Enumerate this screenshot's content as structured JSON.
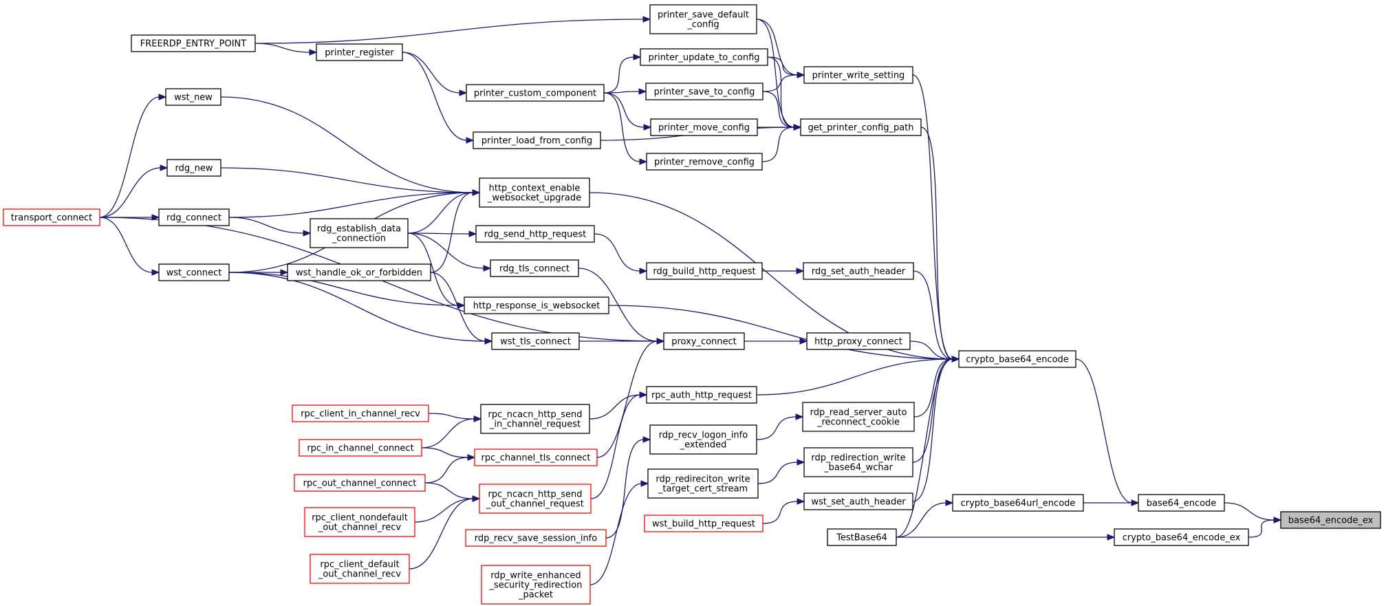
{
  "colors": {
    "edge": "#191970",
    "border": "#000000",
    "border_truncated": "#ff0000",
    "root_fill": "#bfbfbf"
  },
  "nodes": [
    {
      "id": "base64_encode_ex",
      "lines": [
        "base64_encode_ex"
      ],
      "root": true
    },
    {
      "id": "base64_encode",
      "lines": [
        "base64_encode"
      ]
    },
    {
      "id": "crypto_base64_encode_ex",
      "lines": [
        "crypto_base64_encode_ex"
      ]
    },
    {
      "id": "crypto_base64_encode",
      "lines": [
        "crypto_base64_encode"
      ]
    },
    {
      "id": "crypto_base64url_encode",
      "lines": [
        "crypto_base64url_encode"
      ]
    },
    {
      "id": "TestBase64",
      "lines": [
        "TestBase64"
      ]
    },
    {
      "id": "printer_write_setting",
      "lines": [
        "printer_write_setting"
      ]
    },
    {
      "id": "get_printer_config_path",
      "lines": [
        "get_printer_config_path"
      ]
    },
    {
      "id": "http_context_enable_websocket_upgrade",
      "lines": [
        "http_context_enable",
        "_websocket_upgrade"
      ]
    },
    {
      "id": "rdg_set_auth_header",
      "lines": [
        "rdg_set_auth_header"
      ]
    },
    {
      "id": "http_response_is_websocket",
      "lines": [
        "http_response_is_websocket"
      ]
    },
    {
      "id": "http_proxy_connect",
      "lines": [
        "http_proxy_connect"
      ]
    },
    {
      "id": "rpc_auth_http_request",
      "lines": [
        "rpc_auth_http_request"
      ]
    },
    {
      "id": "rdp_read_server_auto_reconnect_cookie",
      "lines": [
        "rdp_read_server_auto",
        "_reconnect_cookie"
      ]
    },
    {
      "id": "rdp_redirection_write_base64_wchar",
      "lines": [
        "rdp_redirection_write",
        "_base64_wchar"
      ]
    },
    {
      "id": "wst_set_auth_header",
      "lines": [
        "wst_set_auth_header"
      ]
    },
    {
      "id": "printer_save_default_config",
      "lines": [
        "printer_save_default",
        "_config"
      ]
    },
    {
      "id": "printer_update_to_config",
      "lines": [
        "printer_update_to_config"
      ]
    },
    {
      "id": "printer_save_to_config",
      "lines": [
        "printer_save_to_config"
      ]
    },
    {
      "id": "printer_move_config",
      "lines": [
        "printer_move_config"
      ]
    },
    {
      "id": "printer_remove_config",
      "lines": [
        "printer_remove_config"
      ]
    },
    {
      "id": "printer_load_from_config",
      "lines": [
        "printer_load_from_config"
      ]
    },
    {
      "id": "printer_custom_component",
      "lines": [
        "printer_custom_component"
      ]
    },
    {
      "id": "printer_register",
      "lines": [
        "printer_register"
      ]
    },
    {
      "id": "FREERDP_ENTRY_POINT",
      "lines": [
        "FREERDP_ENTRY_POINT"
      ]
    },
    {
      "id": "wst_new",
      "lines": [
        "wst_new"
      ]
    },
    {
      "id": "rdg_new",
      "lines": [
        "rdg_new"
      ]
    },
    {
      "id": "rdg_connect",
      "lines": [
        "rdg_connect"
      ]
    },
    {
      "id": "wst_connect",
      "lines": [
        "wst_connect"
      ]
    },
    {
      "id": "transport_connect",
      "lines": [
        "transport_connect"
      ],
      "red": true
    },
    {
      "id": "rdg_establish_data_connection",
      "lines": [
        "rdg_establish_data",
        "_connection"
      ]
    },
    {
      "id": "wst_handle_ok_or_forbidden",
      "lines": [
        "wst_handle_ok_or_forbidden"
      ]
    },
    {
      "id": "rdg_build_http_request",
      "lines": [
        "rdg_build_http_request"
      ]
    },
    {
      "id": "rdg_send_http_request",
      "lines": [
        "rdg_send_http_request"
      ]
    },
    {
      "id": "rdg_tls_connect",
      "lines": [
        "rdg_tls_connect"
      ]
    },
    {
      "id": "proxy_connect",
      "lines": [
        "proxy_connect"
      ]
    },
    {
      "id": "wst_tls_connect",
      "lines": [
        "wst_tls_connect"
      ]
    },
    {
      "id": "rpc_ncacn_http_send_in_channel_request",
      "lines": [
        "rpc_ncacn_http_send",
        "_in_channel_request"
      ]
    },
    {
      "id": "rpc_client_in_channel_recv",
      "lines": [
        "rpc_client_in_channel_recv"
      ],
      "red": true
    },
    {
      "id": "rpc_in_channel_connect",
      "lines": [
        "rpc_in_channel_connect"
      ],
      "red": true
    },
    {
      "id": "rpc_channel_tls_connect",
      "lines": [
        "rpc_channel_tls_connect"
      ],
      "red": true
    },
    {
      "id": "rpc_out_channel_connect",
      "lines": [
        "rpc_out_channel_connect"
      ],
      "red": true
    },
    {
      "id": "rpc_ncacn_http_send_out_channel_request",
      "lines": [
        "rpc_ncacn_http_send",
        "_out_channel_request"
      ],
      "red": true
    },
    {
      "id": "rpc_client_nondefault_out_channel_recv",
      "lines": [
        "rpc_client_nondefault",
        "_out_channel_recv"
      ],
      "red": true
    },
    {
      "id": "rpc_client_default_out_channel_recv",
      "lines": [
        "rpc_client_default",
        "_out_channel_recv"
      ],
      "red": true
    },
    {
      "id": "rdp_recv_logon_info_extended",
      "lines": [
        "rdp_recv_logon_info",
        "_extended"
      ]
    },
    {
      "id": "rdp_recv_save_session_info",
      "lines": [
        "rdp_recv_save_session_info"
      ],
      "red": true
    },
    {
      "id": "rdp_redireciton_write_target_cert_stream",
      "lines": [
        "rdp_redireciton_write",
        "_target_cert_stream"
      ]
    },
    {
      "id": "rdp_write_enhanced_security_redirection_packet",
      "lines": [
        "rdp_write_enhanced",
        "_security_redirection",
        "_packet"
      ],
      "red": true
    },
    {
      "id": "wst_build_http_request",
      "lines": [
        "wst_build_http_request"
      ],
      "red": true
    }
  ],
  "edges": [
    [
      "base64_encode",
      "base64_encode_ex"
    ],
    [
      "crypto_base64_encode_ex",
      "base64_encode_ex"
    ],
    [
      "crypto_base64_encode",
      "base64_encode"
    ],
    [
      "crypto_base64url_encode",
      "base64_encode"
    ],
    [
      "TestBase64",
      "crypto_base64_encode_ex"
    ],
    [
      "TestBase64",
      "crypto_base64url_encode"
    ],
    [
      "TestBase64",
      "crypto_base64_encode"
    ],
    [
      "printer_write_setting",
      "crypto_base64_encode"
    ],
    [
      "get_printer_config_path",
      "crypto_base64_encode"
    ],
    [
      "http_context_enable_websocket_upgrade",
      "crypto_base64_encode"
    ],
    [
      "rdg_set_auth_header",
      "crypto_base64_encode"
    ],
    [
      "http_response_is_websocket",
      "crypto_base64_encode"
    ],
    [
      "http_proxy_connect",
      "crypto_base64_encode"
    ],
    [
      "rpc_auth_http_request",
      "crypto_base64_encode"
    ],
    [
      "rdp_read_server_auto_reconnect_cookie",
      "crypto_base64_encode"
    ],
    [
      "rdp_redirection_write_base64_wchar",
      "crypto_base64_encode"
    ],
    [
      "wst_set_auth_header",
      "crypto_base64_encode"
    ],
    [
      "printer_save_default_config",
      "printer_write_setting"
    ],
    [
      "printer_update_to_config",
      "printer_write_setting"
    ],
    [
      "printer_save_to_config",
      "printer_write_setting"
    ],
    [
      "printer_save_default_config",
      "get_printer_config_path"
    ],
    [
      "printer_update_to_config",
      "get_printer_config_path"
    ],
    [
      "printer_save_to_config",
      "get_printer_config_path"
    ],
    [
      "printer_move_config",
      "get_printer_config_path"
    ],
    [
      "printer_remove_config",
      "get_printer_config_path"
    ],
    [
      "printer_load_from_config",
      "get_printer_config_path"
    ],
    [
      "printer_custom_component",
      "printer_update_to_config"
    ],
    [
      "printer_custom_component",
      "printer_save_to_config"
    ],
    [
      "printer_custom_component",
      "printer_move_config"
    ],
    [
      "printer_custom_component",
      "printer_remove_config"
    ],
    [
      "printer_register",
      "printer_custom_component"
    ],
    [
      "printer_register",
      "printer_load_from_config"
    ],
    [
      "FREERDP_ENTRY_POINT",
      "printer_register"
    ],
    [
      "FREERDP_ENTRY_POINT",
      "printer_save_default_config"
    ],
    [
      "wst_new",
      "http_context_enable_websocket_upgrade"
    ],
    [
      "rdg_new",
      "http_context_enable_websocket_upgrade"
    ],
    [
      "rdg_connect",
      "http_context_enable_websocket_upgrade"
    ],
    [
      "wst_connect",
      "http_context_enable_websocket_upgrade"
    ],
    [
      "rdg_establish_data_connection",
      "http_context_enable_websocket_upgrade"
    ],
    [
      "wst_handle_ok_or_forbidden",
      "http_context_enable_websocket_upgrade"
    ],
    [
      "transport_connect",
      "wst_new"
    ],
    [
      "transport_connect",
      "rdg_new"
    ],
    [
      "transport_connect",
      "rdg_connect"
    ],
    [
      "transport_connect",
      "wst_connect"
    ],
    [
      "transport_connect",
      "proxy_connect"
    ],
    [
      "rdg_connect",
      "rdg_establish_data_connection"
    ],
    [
      "wst_connect",
      "wst_handle_ok_or_forbidden"
    ],
    [
      "wst_connect",
      "http_response_is_websocket"
    ],
    [
      "wst_connect",
      "wst_tls_connect"
    ],
    [
      "rdg_establish_data_connection",
      "rdg_send_http_request"
    ],
    [
      "rdg_establish_data_connection",
      "rdg_tls_connect"
    ],
    [
      "rdg_establish_data_connection",
      "http_response_is_websocket"
    ],
    [
      "wst_handle_ok_or_forbidden",
      "wst_tls_connect"
    ],
    [
      "rdg_send_http_request",
      "rdg_build_http_request"
    ],
    [
      "rdg_build_http_request",
      "rdg_set_auth_header"
    ],
    [
      "rdg_tls_connect",
      "proxy_connect"
    ],
    [
      "wst_tls_connect",
      "proxy_connect"
    ],
    [
      "proxy_connect",
      "http_proxy_connect"
    ],
    [
      "rpc_channel_tls_connect",
      "proxy_connect"
    ],
    [
      "rpc_ncacn_http_send_in_channel_request",
      "rpc_auth_http_request"
    ],
    [
      "rpc_ncacn_http_send_out_channel_request",
      "rpc_auth_http_request"
    ],
    [
      "rpc_client_in_channel_recv",
      "rpc_ncacn_http_send_in_channel_request"
    ],
    [
      "rpc_in_channel_connect",
      "rpc_ncacn_http_send_in_channel_request"
    ],
    [
      "rpc_in_channel_connect",
      "rpc_channel_tls_connect"
    ],
    [
      "rpc_out_channel_connect",
      "rpc_channel_tls_connect"
    ],
    [
      "rpc_out_channel_connect",
      "rpc_ncacn_http_send_out_channel_request"
    ],
    [
      "rpc_client_nondefault_out_channel_recv",
      "rpc_ncacn_http_send_out_channel_request"
    ],
    [
      "rpc_client_default_out_channel_recv",
      "rpc_ncacn_http_send_out_channel_request"
    ],
    [
      "rdp_recv_logon_info_extended",
      "rdp_read_server_auto_reconnect_cookie"
    ],
    [
      "rdp_recv_save_session_info",
      "rdp_recv_logon_info_extended"
    ],
    [
      "rdp_redireciton_write_target_cert_stream",
      "rdp_redirection_write_base64_wchar"
    ],
    [
      "rdp_write_enhanced_security_redirection_packet",
      "rdp_redireciton_write_target_cert_stream"
    ],
    [
      "wst_build_http_request",
      "wst_set_auth_header"
    ]
  ]
}
